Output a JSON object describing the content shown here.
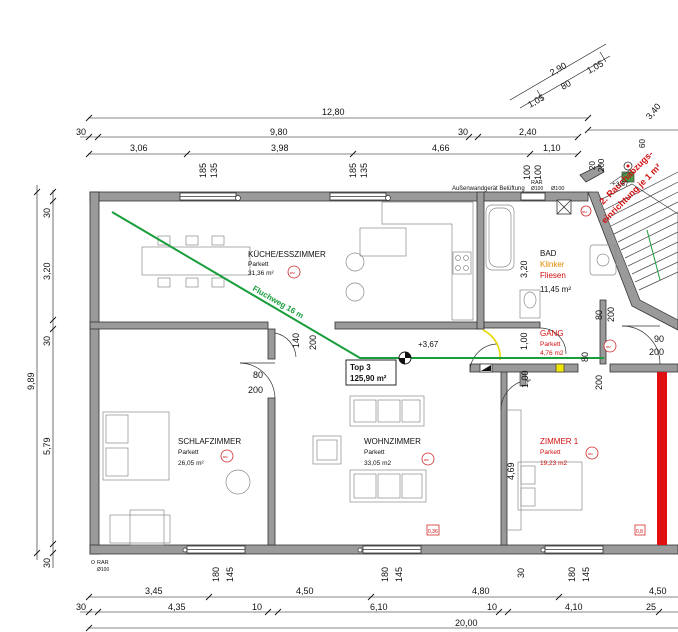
{
  "colors": {
    "wall": "#9a9a9a",
    "wall_outline": "#333333",
    "escape_route": "#1a9e3c",
    "red_text": "#d01010",
    "orange_text": "#e08a00",
    "red_wall": "#e01010",
    "smoke_detector": "#cc2a2a",
    "door_yellow": "#e8d800"
  },
  "rooms": {
    "kueche": {
      "name": "KÜCHE/ESSZIMMER",
      "floor": "Parkett",
      "area": "31,36 m²"
    },
    "bad": {
      "name": "BAD",
      "floor_1": "Klinker",
      "floor_2": "Fliesen",
      "area": "11,45 m²"
    },
    "gang": {
      "name": "GANG",
      "floor": "Parkett",
      "area": "4,76 m2"
    },
    "schlafzimmer": {
      "name": "SCHLAFZIMMER",
      "floor": "Parkett",
      "area": "26,05 m²"
    },
    "wohnzimmer": {
      "name": "WOHNZIMMER",
      "floor": "Parkett",
      "area": "33,05 m2"
    },
    "zimmer1": {
      "name": "ZIMMER 1",
      "floor": "Parkett",
      "area": "19,23 m2"
    }
  },
  "unit": {
    "name": "Top 3",
    "area": "125,90 m²",
    "level": "+3,67"
  },
  "escape_route_label": "Fluchweg 16 m",
  "stair_labels": {
    "line_1": "2. Rauchabzugs-",
    "line_2": "einrichtung je 1 m²",
    "level": "+3,67"
  },
  "notes": {
    "rar_top": "RAR",
    "rar_top_size": "Ø100",
    "outdoor_unit": "Außenwandgerät Belüftung",
    "outdoor_unit_size": "Ø100",
    "rar_bottom": "RAR",
    "rar_bottom_size": "Ø100",
    "window_tag_1": "0,36",
    "window_tag_2": "0,8"
  },
  "dims_top": {
    "angled": [
      "2,90",
      "1,05",
      "80",
      "1,05"
    ],
    "overall": "12,80",
    "right_340": "3,40",
    "row2": [
      "30",
      "9,80",
      "30",
      "2,40"
    ],
    "row3": [
      "3,06",
      "3,98",
      "4,66",
      "1,10"
    ]
  },
  "dims_bottom": {
    "row1": [
      "3,45",
      "4,50",
      "4,80",
      "4,50"
    ],
    "row2": [
      "30",
      "4,35",
      "10",
      "6,10",
      "10",
      "4,10",
      "25"
    ],
    "total": "20,00"
  },
  "dims_left": {
    "segments": [
      "30",
      "3,20",
      "30",
      "5,79",
      "30"
    ],
    "total": "9,89"
  },
  "openings": {
    "top_win_1": [
      "185",
      "135"
    ],
    "top_win_2": [
      "185",
      "135"
    ],
    "bad_win": [
      "100",
      "100"
    ],
    "bottom_win_1": [
      "180",
      "145"
    ],
    "bottom_win_2": [
      "180",
      "145"
    ],
    "bottom_win_3": [
      "180",
      "145"
    ],
    "door_schlaf": [
      "80",
      "200"
    ],
    "door_kueche": [
      "140",
      "200"
    ],
    "door_bad": [
      "80",
      "200"
    ],
    "door_gang": [
      "80",
      "200"
    ],
    "door_gang_bad_wall": "1,00",
    "door_gang_height": "1,00",
    "bad_height": "3,20",
    "entry_door": [
      "90",
      "200"
    ],
    "zimmer_door_wall": "4,69",
    "stair_small": [
      "20",
      "200",
      "60"
    ]
  }
}
